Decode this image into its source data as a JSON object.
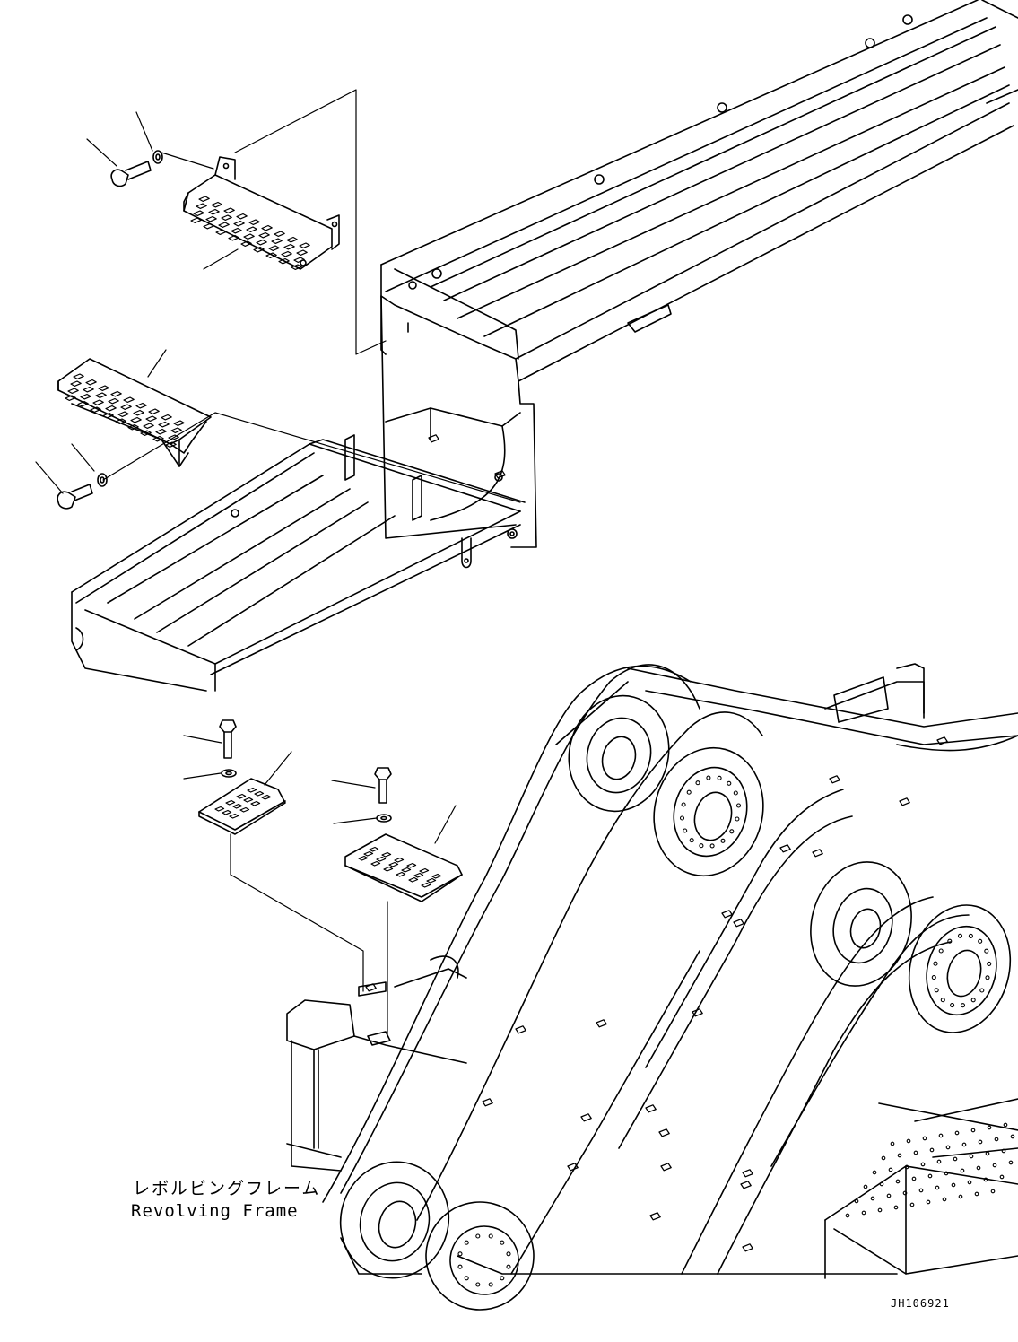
{
  "drawing": {
    "frame_label_jp": "レボルビングフレーム",
    "frame_label_en": "Revolving Frame",
    "drawing_code": "JH106921"
  }
}
